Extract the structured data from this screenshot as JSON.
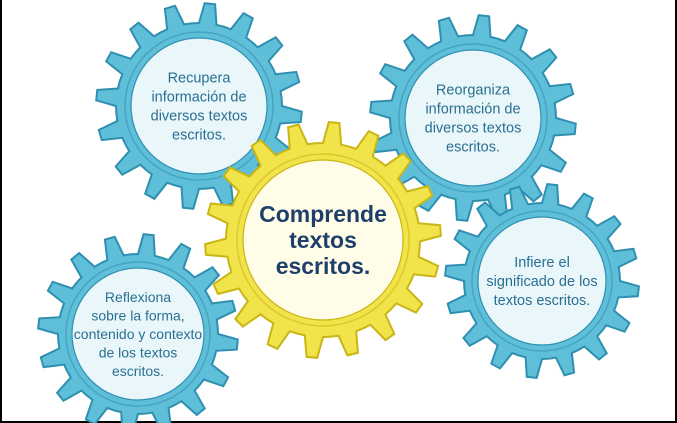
{
  "gears": [
    {
      "id": "recupera",
      "kind": "blue",
      "lines": [
        "Recupera",
        "información de",
        "diversos textos",
        "escritos."
      ]
    },
    {
      "id": "reorganiza",
      "kind": "blue",
      "lines": [
        "Reorganiza",
        "información de",
        "diversos textos",
        "escritos."
      ]
    },
    {
      "id": "comprende",
      "kind": "yellow",
      "lines": [
        "Comprende",
        "textos",
        "escritos."
      ]
    },
    {
      "id": "infiere",
      "kind": "blue",
      "lines": [
        "Infiere el",
        "significado de los",
        "textos escritos."
      ]
    },
    {
      "id": "reflexiona",
      "kind": "blue",
      "lines": [
        "Reflexiona",
        "sobre la forma,",
        "contenido y contexto",
        "de los textos",
        "escritos."
      ]
    }
  ],
  "colors": {
    "blue_outer": "#5fbfd8",
    "blue_stroke": "#2f8fb0",
    "blue_inner": "#e9f6fa",
    "yellow_outer": "#f1e34a",
    "yellow_stroke": "#c9b514",
    "yellow_inner": "#fffde8",
    "text_blue": "#2a6f91",
    "text_center": "#1f3f6b"
  }
}
